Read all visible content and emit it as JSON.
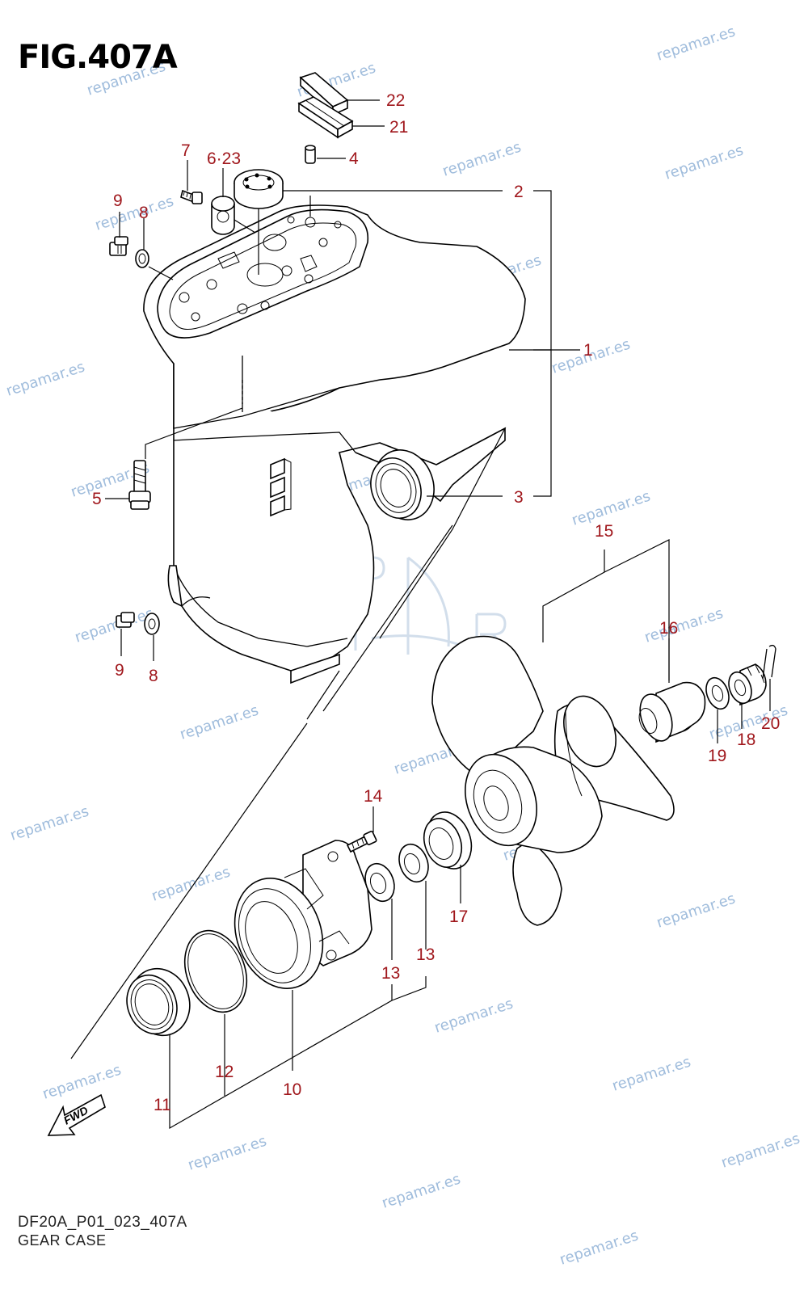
{
  "figure": {
    "title": "FIG.407A",
    "code": "DF20A_P01_023_407A",
    "caption": "GEAR CASE"
  },
  "watermark": {
    "text": "repamar.es",
    "color": "#8fb1d6"
  },
  "fwd_label": "FWD",
  "callout_color": "#a0171c",
  "callouts": {
    "c1": "1",
    "c2": "2",
    "c3": "3",
    "c4": "4",
    "c5": "5",
    "c623": "6·23",
    "c7": "7",
    "c8a": "8",
    "c8b": "8",
    "c9a": "9",
    "c9b": "9",
    "c10": "10",
    "c11": "11",
    "c12": "12",
    "c13a": "13",
    "c13b": "13",
    "c14": "14",
    "c15": "15",
    "c16": "16",
    "c17": "17",
    "c18": "18",
    "c19": "19",
    "c20": "20",
    "c21": "21",
    "c22": "22"
  }
}
